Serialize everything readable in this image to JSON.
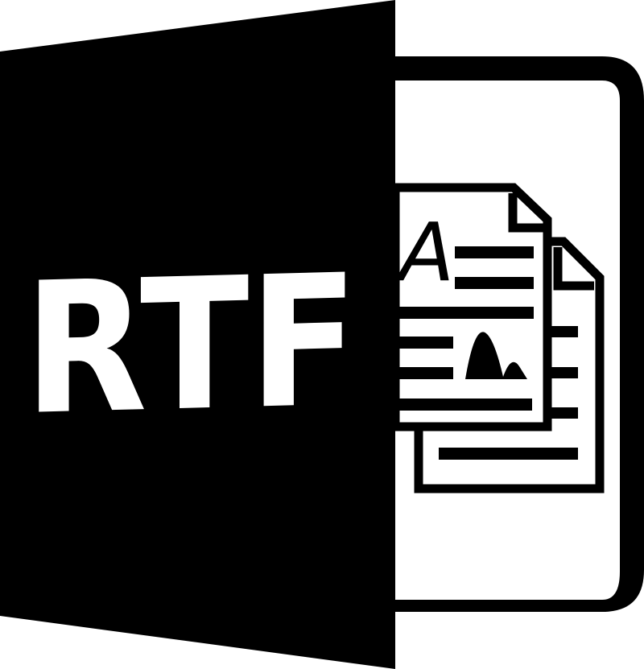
{
  "icon": {
    "name": "RTF file icon",
    "label": "RTF",
    "document_letter": "A",
    "colors": {
      "foreground": "#000000",
      "background": "#ffffff",
      "label_text": "#ffffff"
    }
  }
}
